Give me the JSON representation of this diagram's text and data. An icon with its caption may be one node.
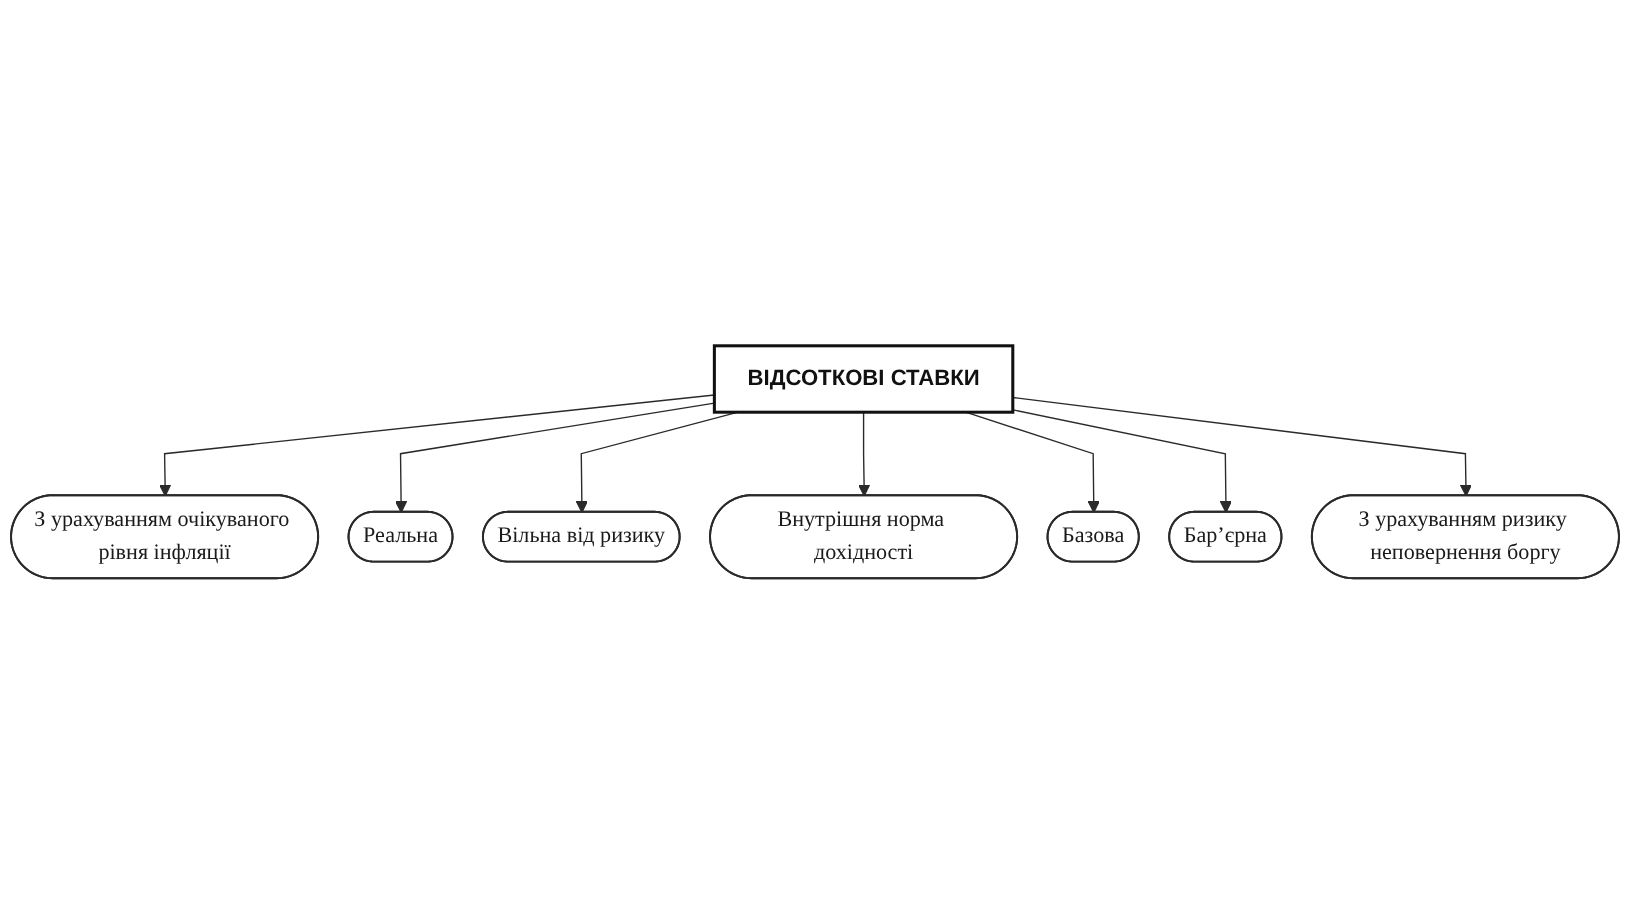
{
  "diagram": {
    "nodes": [
      {
        "text": [
          "З урахуванням очікуваного рівня інфляції"
        ]
      },
      {
        "text": [
          "Реальна"
        ]
      },
      {
        "text": [
          "Вільна від ризику"
        ]
      },
      {
        "text": [
          "ВІДСОТКОВІ СТАВКИ"
        ]
      },
      {
        "text": [
          "Внутрішня норма дохідності"
        ]
      },
      {
        "text": [
          "Базова"
        ]
      },
      {
        "text": [
          "Бар’єрна"
        ]
      },
      {
        "text": [
          "З урахуванням ризику неповернення боргу"
        ]
      }
    ],
    "edges": [
      {
        "from": 3,
        "to": 0,
        "arrow": "to"
      },
      {
        "from": 3,
        "to": 1,
        "arrow": "to"
      },
      {
        "from": 3,
        "to": 2,
        "arrow": "to"
      },
      {
        "from": 3,
        "to": 4,
        "arrow": "to"
      },
      {
        "from": 3,
        "to": 5,
        "arrow": "to"
      },
      {
        "from": 3,
        "to": 6,
        "arrow": "to"
      },
      {
        "from": 3,
        "to": 7,
        "arrow": "to"
      }
    ]
  }
}
